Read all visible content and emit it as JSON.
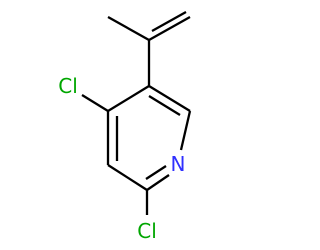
{
  "molecule": {
    "atoms": {
      "cl_left": {
        "label": "Cl",
        "color": "#00a600"
      },
      "cl_bottom": {
        "label": "Cl",
        "color": "#00a600"
      },
      "n_ring": {
        "label": "N",
        "color": "#3030ff"
      }
    },
    "bond_color": "#000000"
  }
}
